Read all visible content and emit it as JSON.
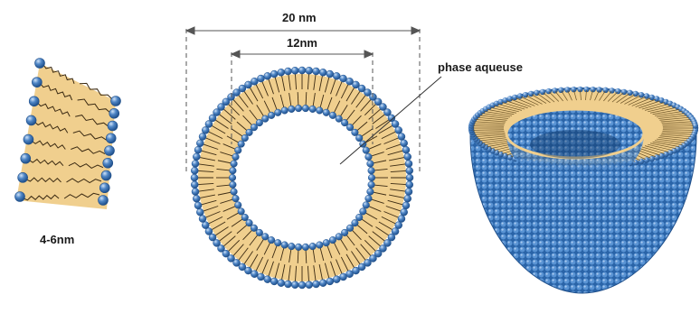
{
  "labels": {
    "outer_diameter": "20 nm",
    "inner_diameter": "12nm",
    "aqueous_phase": "phase aqueuse",
    "bilayer_thickness": "4-6nm"
  },
  "colors": {
    "head_blue": "#4f86c6",
    "head_blue_dark": "#1f4f8a",
    "tail_tan": "#f0cf8e",
    "line_gray": "#555555"
  }
}
